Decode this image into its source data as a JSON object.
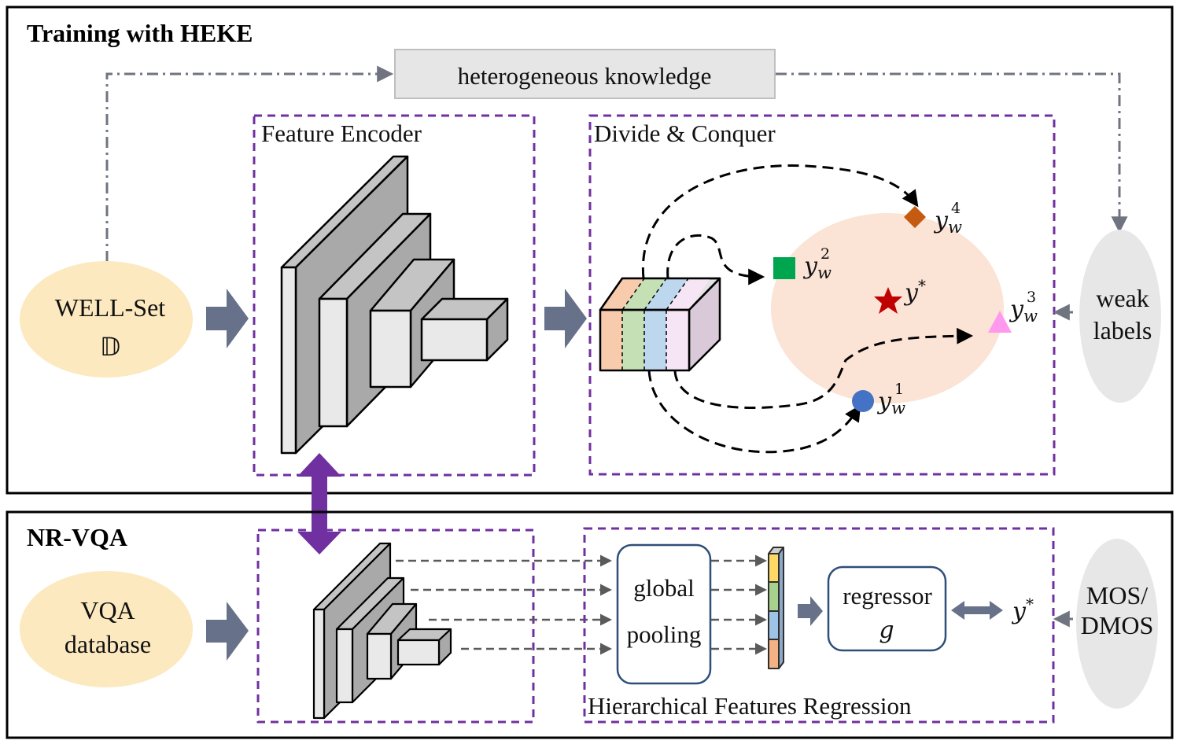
{
  "colors": {
    "frame": "#000000",
    "dashed_box": "#7030A0",
    "arrow_gray": "#67718A",
    "dashdot_gray": "#6F7480",
    "dataset_fill": "#FCE9BF",
    "label_ellipse_fill": "#E7E7E7",
    "knowledge_box_fill": "#E6E6E6",
    "salmon_region": "#FBE3D6",
    "layer_front": "#E9E9E9",
    "layer_side": "#A9A9A9",
    "layer_top": "#C4C4C4",
    "double_arrow": "#7030A0",
    "marker_orange": "#C55A11",
    "marker_green": "#00A550",
    "marker_red": "#C00000",
    "marker_pink": "#FF99EE",
    "marker_blue": "#4472C4",
    "slice_colors": [
      "#F8CBAD",
      "#C5E0B4",
      "#BDD7EE",
      "#F6E5F5",
      "#D9C9D9"
    ],
    "feature_stack": [
      "#FFD966",
      "#A9D18E",
      "#9DC3E6",
      "#F4B183"
    ]
  },
  "top_panel": {
    "title": "Training with HEKE",
    "knowledge_box": "heterogeneous knowledge",
    "dataset_label": "WELL-Set",
    "dataset_symbol": "𝔻",
    "encoder_title": "Feature Encoder",
    "divide_title": "Divide & Conquer",
    "weak_labels": [
      "weak",
      "labels"
    ],
    "outputs": {
      "y_star": "y",
      "star_sup": "*",
      "y_base": "y",
      "y_sub": "w",
      "sup1": "1",
      "sup2": "2",
      "sup3": "3",
      "sup4": "4"
    }
  },
  "bottom_panel": {
    "title": "NR-VQA",
    "dataset_label": [
      "VQA",
      "database"
    ],
    "pooling_label": [
      "global",
      "pooling"
    ],
    "regressor_label": [
      "regressor",
      "g"
    ],
    "output": "y",
    "output_sup": "*",
    "target_label": [
      "MOS/",
      "DMOS"
    ],
    "regression_title": "Hierarchical Features Regression"
  },
  "icons": [
    "double-arrow-icon",
    "star-icon",
    "diamond-icon",
    "square-icon",
    "triangle-icon",
    "circle-icon",
    "block-arrow-icon"
  ]
}
